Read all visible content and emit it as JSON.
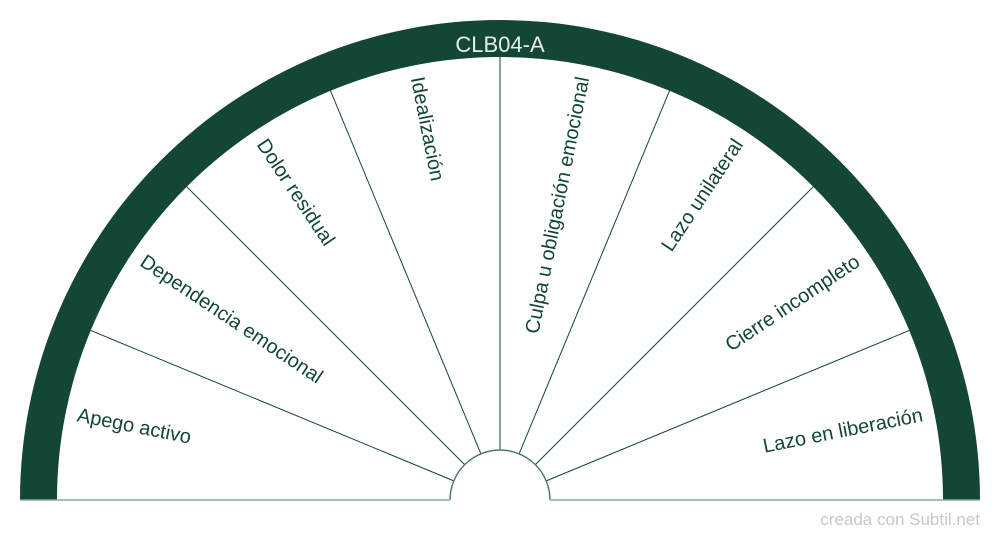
{
  "chart": {
    "title": "CLB04-A",
    "sectors": [
      "Apego activo",
      "Dependencia emocional",
      "Dolor residual",
      "Idealización",
      "Culpa u obligación emocional",
      "Lazo unilateral",
      "Cierre incompleto",
      "Lazo en liberación"
    ],
    "colors": {
      "band": "#134734",
      "text": "#134734",
      "divider": "#134734"
    }
  },
  "footer": {
    "credit": "creada con Subtil.net"
  }
}
